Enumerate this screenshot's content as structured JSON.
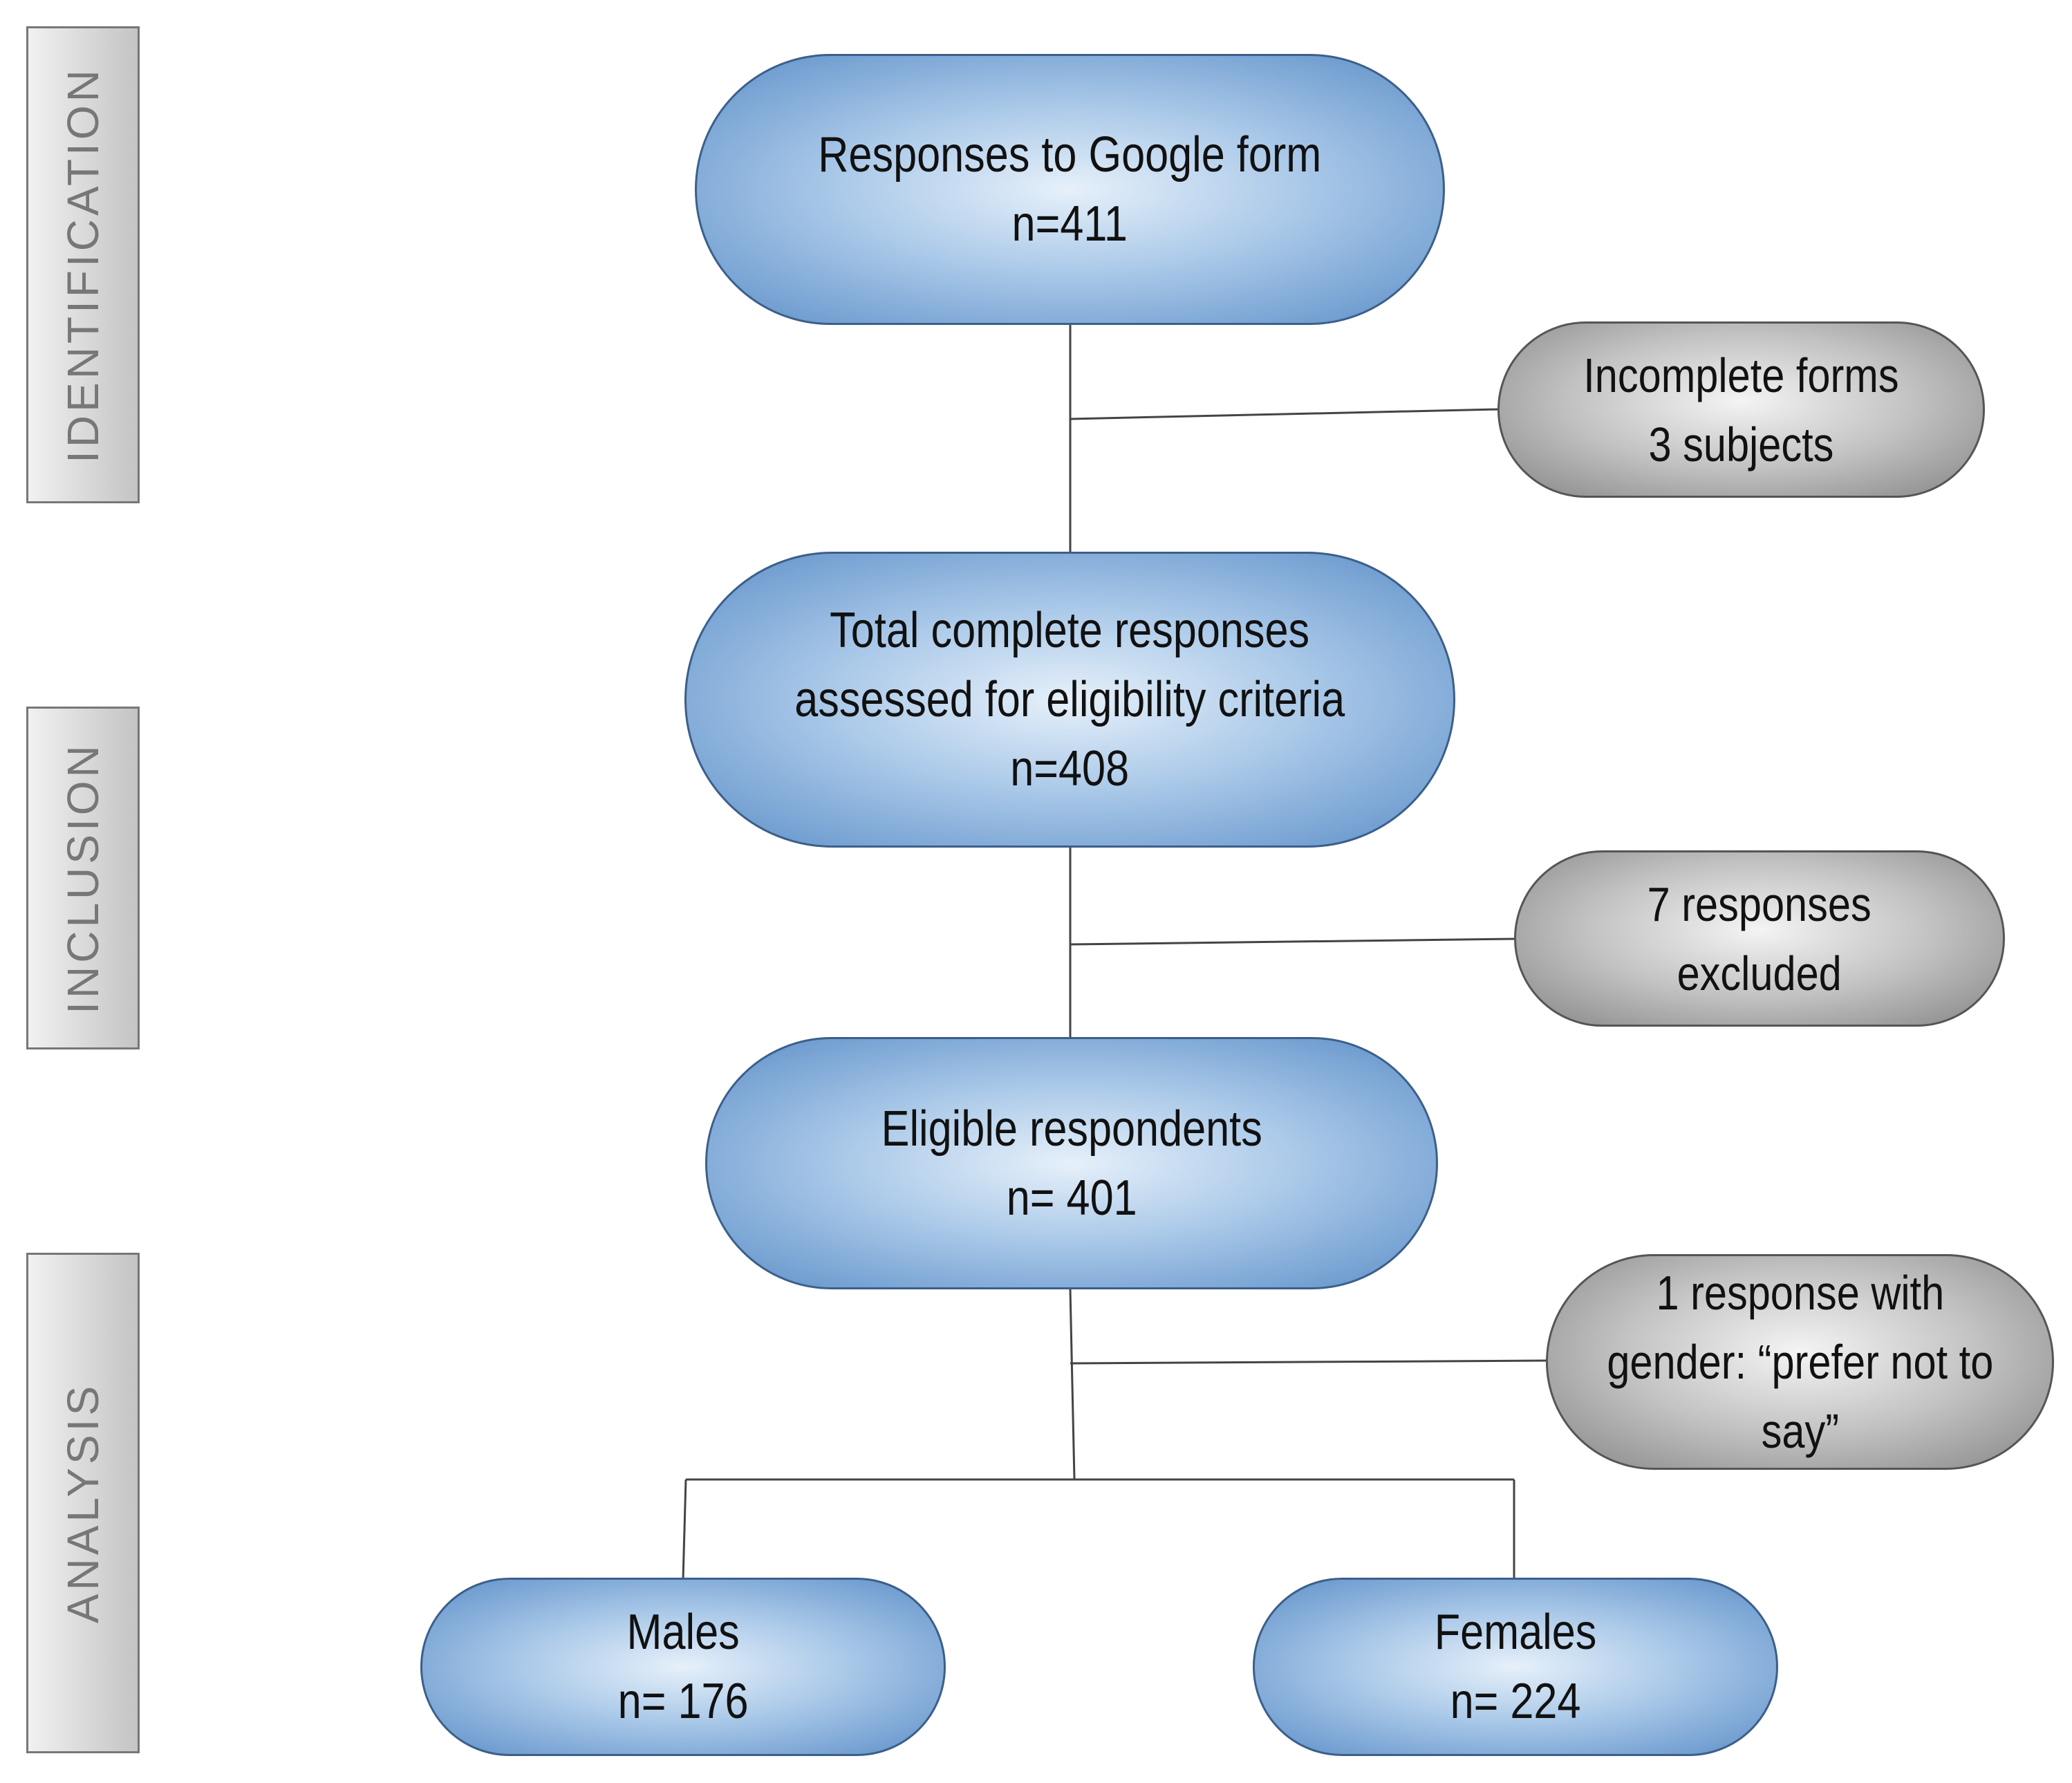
{
  "stages": {
    "identification": "IDENTIFICATION",
    "inclusion": "INCLUSION",
    "analysis": "ANALYSIS"
  },
  "nodes": {
    "google_form": "Responses to Google form\nn=411",
    "incomplete_forms": "Incomplete forms\n3 subjects",
    "complete_responses": "Total complete responses\nassessed for eligibility criteria\nn=408",
    "excluded": "7 responses\nexcluded",
    "eligible": "Eligible respondents\nn= 401",
    "prefer_not_to_say": "1 response with\ngender: “prefer not to\nsay”",
    "males": "Males\nn= 176",
    "females": "Females\nn= 224"
  },
  "colors": {
    "primary_node": "#5d8fc8",
    "excluded_node": "#858585",
    "stage_label": "#777777",
    "connector": "#444444"
  }
}
